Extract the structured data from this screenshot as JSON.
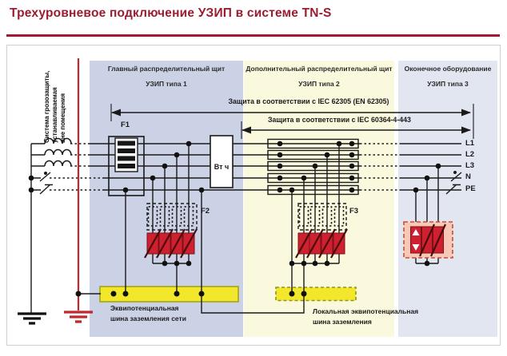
{
  "title": "Трехуровневое подключение УЗИП в системе TN-S",
  "colors": {
    "accent": "#9c1b30",
    "wire": "#1a1a1a",
    "panel1_bg": "#ccd2e5",
    "panel2_bg": "#faf8dd",
    "panel3_bg": "#e2e6f0",
    "bus_yellow": "#f2e72b",
    "spd_red": "#cd2130",
    "spd_box_pink": "#f5c9b5",
    "ground_red": "#c1272d"
  },
  "external_system": {
    "line1": "Система грозозащиты,",
    "line2": "устанавливаемая",
    "line3": "вне помещения"
  },
  "panels": {
    "main": {
      "header": "Главный распределительный щит",
      "subheader": "УЗИП типа 1",
      "fuse_label": "F1",
      "spd_group_label": "F2",
      "meter_label": "Вт ч",
      "bus_line1": "Эквипотенциальная",
      "bus_line2": "шина заземления сети"
    },
    "secondary": {
      "header": "Дополнительный распределительный щит",
      "subheader": "УЗИП типа 2",
      "spd_group_label": "F3",
      "bus_line1": "Локальная эквипотенциальная",
      "bus_line2": "шина заземления"
    },
    "terminal": {
      "header": "Оконечное оборудование",
      "subheader": "УЗИП типа 3"
    }
  },
  "protection_spans": {
    "iec62305": "Защита в соответствии с IEC 62305 (EN 62305)",
    "iec60364": "Защита в соответствии с IEC 60364-4-443"
  },
  "line_labels": [
    "L1",
    "L2",
    "L3",
    "N",
    "PE"
  ]
}
